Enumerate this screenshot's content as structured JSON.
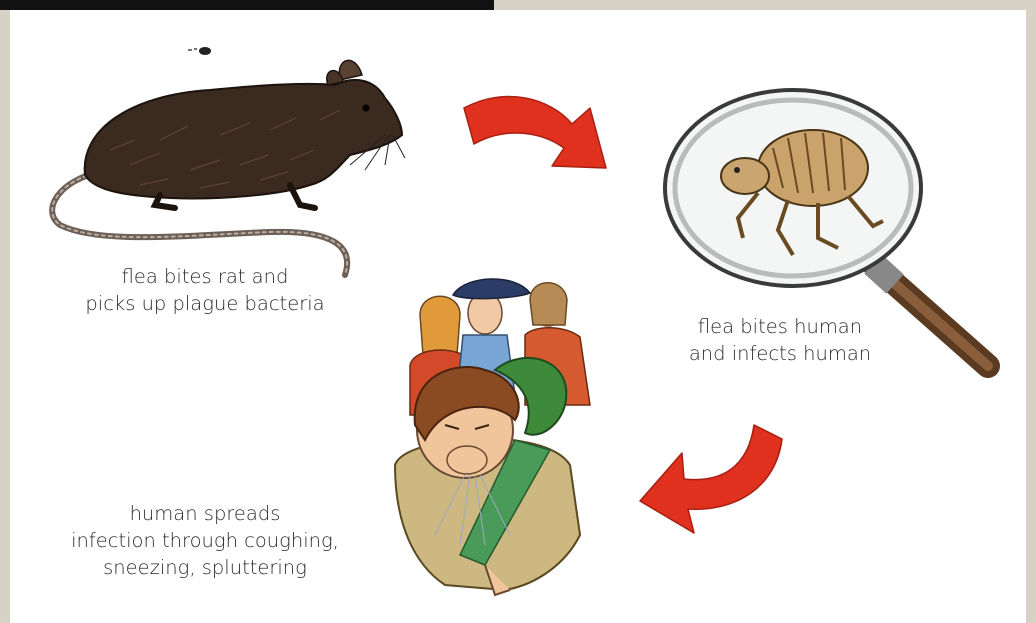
{
  "diagram": {
    "title_partial": "",
    "steps": [
      {
        "id": "rat",
        "lines": [
          "flea bites rat and",
          "picks up plague bacteria"
        ]
      },
      {
        "id": "flea",
        "lines": [
          "flea bites human",
          "and infects human"
        ]
      },
      {
        "id": "human",
        "lines": [
          "human spreads",
          "infection through coughing,",
          "sneezing, spluttering"
        ]
      }
    ],
    "arrows": [
      {
        "from": "rat",
        "to": "flea",
        "icon": "curved-arrow-right-icon"
      },
      {
        "from": "flea",
        "to": "human",
        "icon": "curved-arrow-left-icon"
      }
    ],
    "colors": {
      "arrow": "#e0301e",
      "text": "#2b2b2b",
      "banner": "#111111",
      "background": "#ffffff"
    }
  }
}
